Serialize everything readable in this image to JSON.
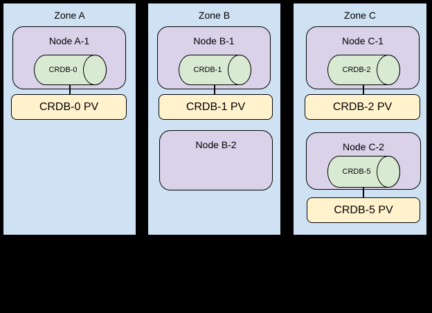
{
  "diagram": {
    "background": "#000000",
    "colors": {
      "zone_fill": "#cfe2f3",
      "node_fill": "#d9d2e9",
      "disk_fill": "#d9ead3",
      "pv_fill": "#fff2cc",
      "border": "#000000",
      "text": "#000000"
    },
    "zones": [
      {
        "label": "Zone A",
        "nodes": [
          {
            "label": "Node A-1",
            "disk_label": "CRDB-0",
            "pv_label": "CRDB-0 PV"
          }
        ]
      },
      {
        "label": "Zone B",
        "nodes": [
          {
            "label": "Node B-1",
            "disk_label": "CRDB-1",
            "pv_label": "CRDB-1 PV"
          },
          {
            "label": "Node B-2"
          }
        ]
      },
      {
        "label": "Zone C",
        "nodes": [
          {
            "label": "Node C-1",
            "disk_label": "CRDB-2",
            "pv_label": "CRDB-2 PV"
          },
          {
            "label": "Node C-2",
            "disk_label": "CRDB-5",
            "pv_label": "CRDB-5 PV"
          }
        ]
      }
    ]
  }
}
